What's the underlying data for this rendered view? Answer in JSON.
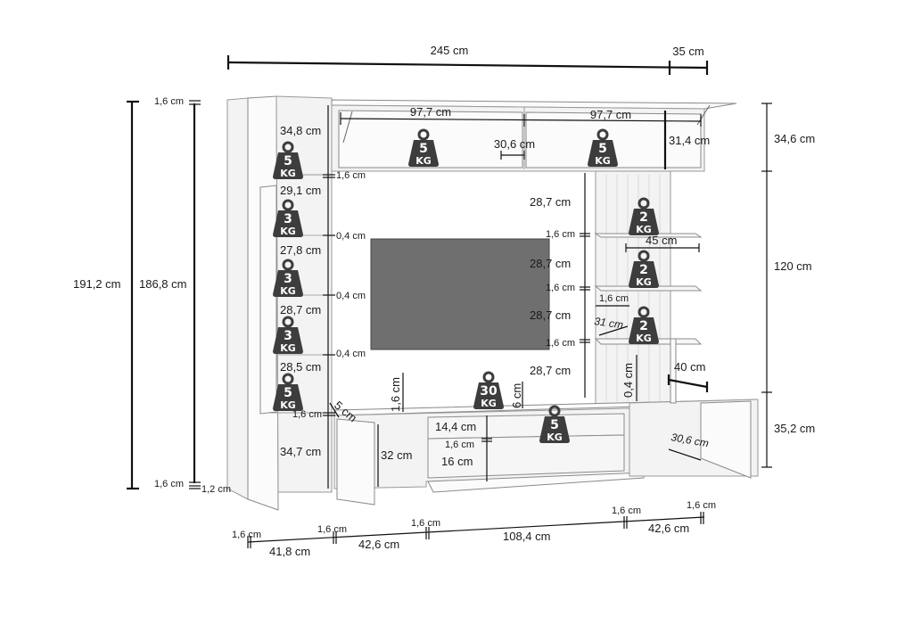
{
  "dimensions": {
    "total_width": "245 cm",
    "depth_top": "35 cm",
    "total_height": "191,2 cm",
    "inner_height": "186,8 cm",
    "top_thickness": "1,6 cm",
    "bottom_thickness": "1,6 cm",
    "plinth": "1,2 cm",
    "top_bridge_left": "97,7 cm",
    "top_bridge_right": "97,7 cm",
    "bridge_depth": "30,6 cm",
    "bridge_height": "31,4 cm",
    "right_top_height": "34,6 cm",
    "right_mid_height": "120 cm",
    "right_bottom_height": "35,2 cm",
    "left_c1": "34,8 cm",
    "left_c1_shelf": "1,6 cm",
    "left_c2": "29,1 cm",
    "left_c2_glass": "0,4 cm",
    "left_c3": "27,8 cm",
    "left_c3_glass": "0,4 cm",
    "left_c4": "28,7 cm",
    "left_c4_glass": "0,4 cm",
    "left_c5": "28,5 cm",
    "left_c5_shelf": "1,6 cm",
    "left_door": "34,7 cm",
    "door_thickness": "5 cm",
    "right_r1": "28,7 cm",
    "right_s1": "1,6 cm",
    "right_r2": "28,7 cm",
    "right_s2": "1,6 cm",
    "right_r3": "28,7 cm",
    "right_s3": "1,6 cm",
    "right_r4": "28,7 cm",
    "right_shelf_width": "45 cm",
    "right_shelf_thick": "1,6 cm",
    "right_shelf_depth": "31 cm",
    "right_shelf_glass": "0,4 cm",
    "right_base_depth": "40 cm",
    "tv_top_thick": "1,6 cm",
    "tv_top_gap": "6 cm",
    "tv_mid": "14,4 cm",
    "tv_shelf": "1,6 cm",
    "tv_low": "16 cm",
    "tv_left_door": "32 cm",
    "tv_right_depth": "30,6 cm",
    "bottom_left_thick": "1,6 cm",
    "bottom_w1": "41,8 cm",
    "bottom_t2": "1,6 cm",
    "bottom_w2": "42,6 cm",
    "bottom_t3": "1,6 cm",
    "bottom_w3": "108,4 cm",
    "bottom_t4": "1,6 cm",
    "bottom_w4": "42,6 cm",
    "bottom_t5": "1,6 cm"
  },
  "weights": {
    "bridge_left": {
      "num": "5",
      "unit": "KG"
    },
    "bridge_right": {
      "num": "5",
      "unit": "KG"
    },
    "left_1": {
      "num": "5",
      "unit": "KG"
    },
    "left_2": {
      "num": "3",
      "unit": "KG"
    },
    "left_3": {
      "num": "3",
      "unit": "KG"
    },
    "left_4": {
      "num": "3",
      "unit": "KG"
    },
    "left_5": {
      "num": "5",
      "unit": "KG"
    },
    "right_1": {
      "num": "2",
      "unit": "KG"
    },
    "right_2": {
      "num": "2",
      "unit": "KG"
    },
    "right_3": {
      "num": "2",
      "unit": "KG"
    },
    "tv_top": {
      "num": "30",
      "unit": "KG"
    },
    "tv_shelf": {
      "num": "5",
      "unit": "KG"
    }
  }
}
